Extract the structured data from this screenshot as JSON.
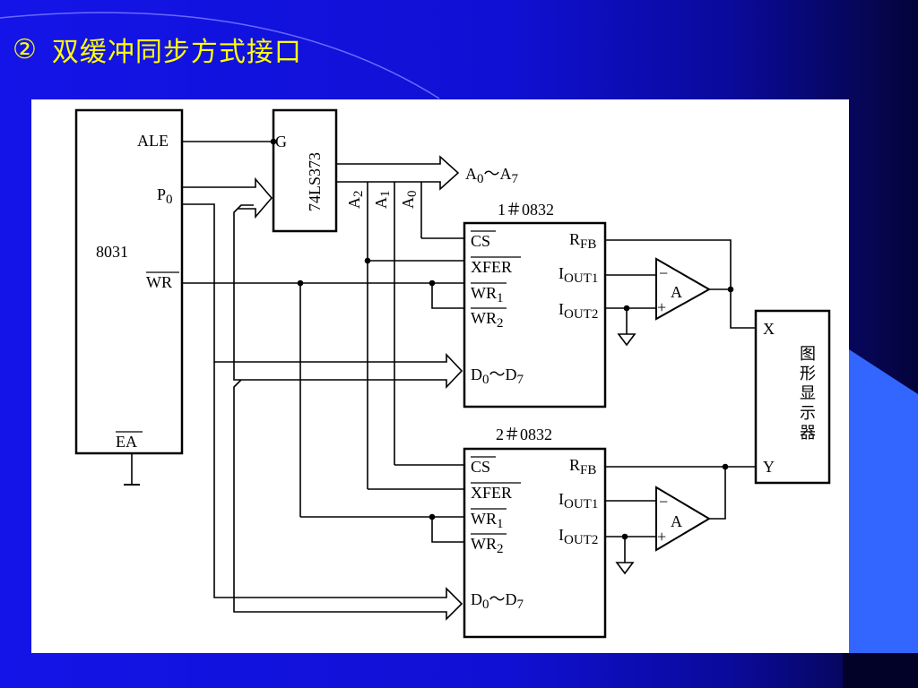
{
  "slide": {
    "number": "②",
    "title": "双缓冲同步方式接口",
    "colors": {
      "title": "#ffff00",
      "background": "#1414e8",
      "panel": "#ffffff"
    }
  },
  "diagram": {
    "mcu": {
      "name": "8031",
      "pins": {
        "ale": "ALE",
        "p0": "P",
        "p0_sub": "0",
        "wr": "WR",
        "ea": "EA"
      }
    },
    "latch": {
      "name": "74LS373",
      "g": "G",
      "a2": "A",
      "a2_sub": "2",
      "a1": "A",
      "a1_sub": "1",
      "a0": "A",
      "a0_sub": "0"
    },
    "address_bus": {
      "prefix": "A",
      "from_sub": "0",
      "tilde": "～",
      "to": "A",
      "to_sub": "7"
    },
    "dac1": {
      "title": "1＃0832",
      "cs": "CS",
      "xfer": "XFER",
      "wr1": "WR",
      "wr1_sub": "1",
      "wr2": "WR",
      "wr2_sub": "2",
      "data": "D",
      "data_sub0": "0",
      "data_tilde": "～",
      "data_to": "D",
      "data_sub7": "7",
      "rfb": "R",
      "rfb_sub": "FB",
      "iout1": "I",
      "iout1_sub": "OUT1",
      "iout2": "I",
      "iout2_sub": "OUT2"
    },
    "dac2": {
      "title": "2＃0832",
      "cs": "CS",
      "xfer": "XFER",
      "wr1": "WR",
      "wr1_sub": "1",
      "wr2": "WR",
      "wr2_sub": "2",
      "data": "D",
      "data_sub0": "0",
      "data_tilde": "～",
      "data_to": "D",
      "data_sub7": "7",
      "rfb": "R",
      "rfb_sub": "FB",
      "iout1": "I",
      "iout1_sub": "OUT1",
      "iout2": "I",
      "iout2_sub": "OUT2"
    },
    "opamp1": {
      "label": "A",
      "minus": "−",
      "plus": "+"
    },
    "opamp2": {
      "label": "A",
      "minus": "−",
      "plus": "+"
    },
    "display": {
      "x": "X",
      "y": "Y",
      "c1": "图",
      "c2": "形",
      "c3": "显",
      "c4": "示",
      "c5": "器"
    }
  }
}
